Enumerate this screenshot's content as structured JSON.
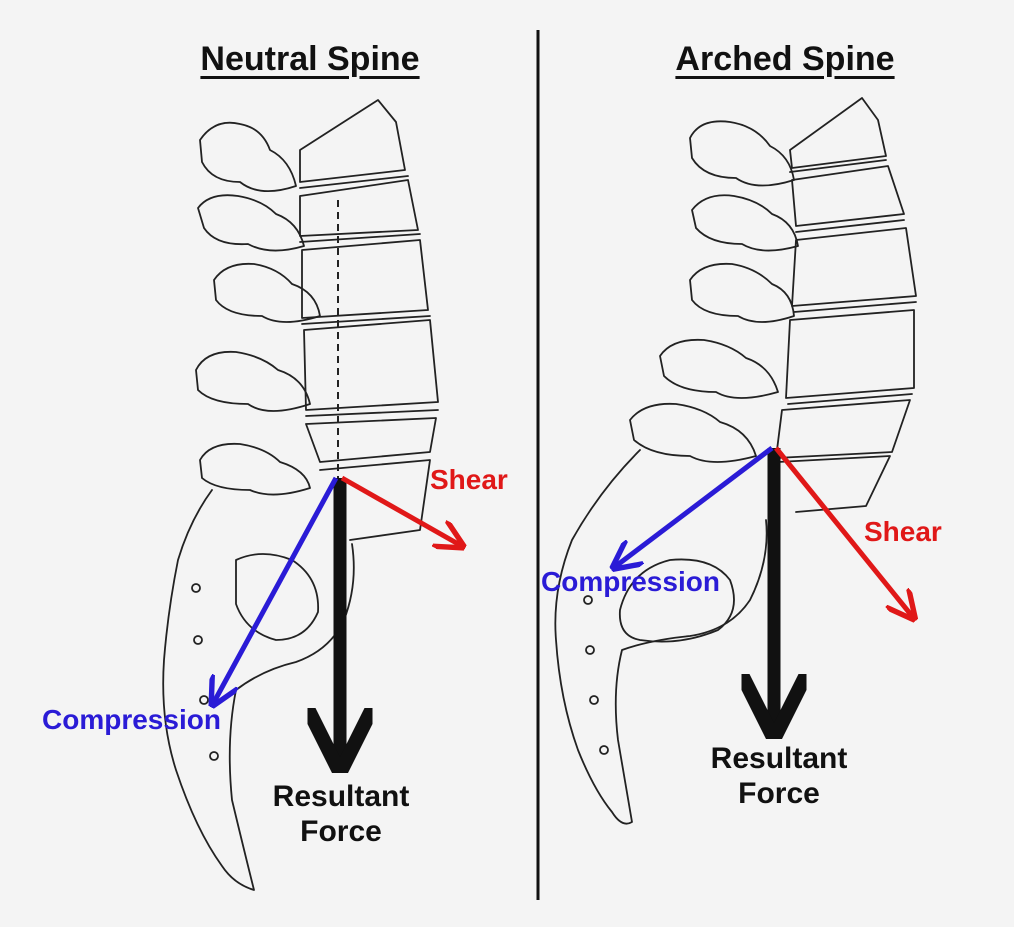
{
  "colors": {
    "background": "#f4f4f4",
    "outline": "#222222",
    "compression": "#2a1bd6",
    "shear": "#e01818",
    "resultant": "#111111"
  },
  "panels": [
    {
      "title": "Neutral Spine",
      "labels": {
        "shear": "Shear",
        "compression": "Compression",
        "resultant_line1": "Resultant",
        "resultant_line2": "Force"
      }
    },
    {
      "title": "Arched Spine",
      "labels": {
        "shear": "Shear",
        "compression": "Compression",
        "resultant_line1": "Resultant",
        "resultant_line2": "Force"
      }
    }
  ]
}
